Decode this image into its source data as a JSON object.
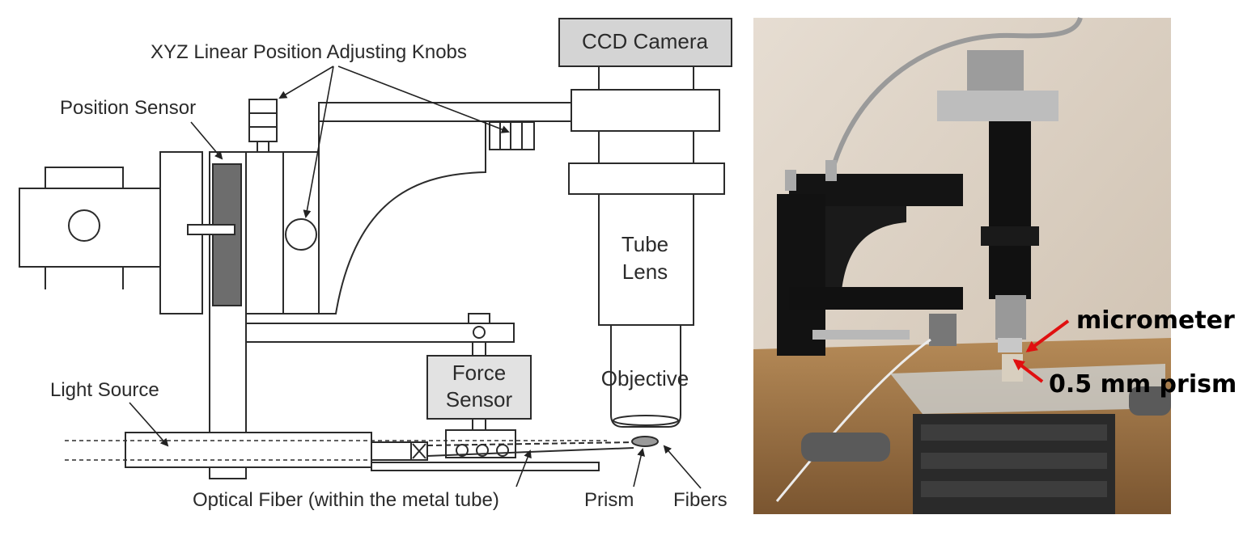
{
  "diagram": {
    "labels": {
      "xyz_knobs": "XYZ Linear Position Adjusting Knobs",
      "position_sensor": "Position Sensor",
      "ccd_camera": "CCD Camera",
      "tube_lens_1": "Tube",
      "tube_lens_2": "Lens",
      "objective": "Objective",
      "force_sensor_1": "Force",
      "force_sensor_2": "Sensor",
      "light_source": "Light Source",
      "optical_fiber": "Optical Fiber (within the metal tube)",
      "prism": "Prism",
      "fibers": "Fibers"
    }
  },
  "photo": {
    "labels": {
      "micrometer": "micrometer",
      "prism": "0.5 mm prism"
    },
    "arrow_color": "#e01010"
  }
}
